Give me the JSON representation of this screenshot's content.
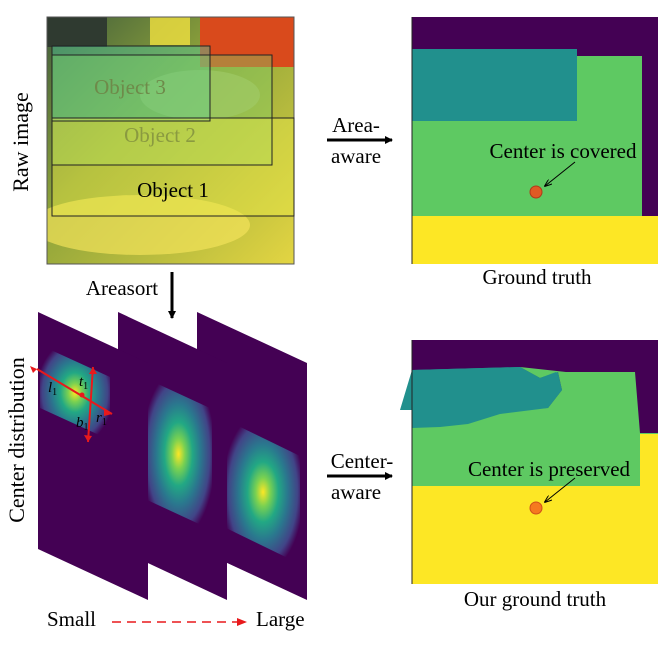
{
  "raw_image": {
    "side_label": "Raw image",
    "objects": [
      {
        "label": "Object 3"
      },
      {
        "label": "Object 2"
      },
      {
        "label": "Object 1"
      }
    ]
  },
  "arrows": {
    "area_aware_line1": "Area-",
    "area_aware_line2": "aware",
    "areasort": "Areasort",
    "center_aware_line1": "Center-",
    "center_aware_line2": "aware"
  },
  "ground_truth": {
    "annotation": "Center is  covered",
    "caption": "Ground truth"
  },
  "center_distribution": {
    "side_label": "Center distribution",
    "box_labels": {
      "l": "l",
      "t": "t",
      "r": "r",
      "b": "b",
      "subscript": "1"
    },
    "scale_small": "Small",
    "scale_large": "Large"
  },
  "our_ground_truth": {
    "annotation": "Center is  preserved",
    "caption": "Our ground truth"
  },
  "colors": {
    "dark_purple": "#440154",
    "teal": "#21908d",
    "green": "#5ec962",
    "yellow": "#fde725",
    "center_dot": "#e05a24",
    "red": "#e8191c",
    "raw_yellow": "#d8d230",
    "raw_orange": "#d96a1e"
  }
}
